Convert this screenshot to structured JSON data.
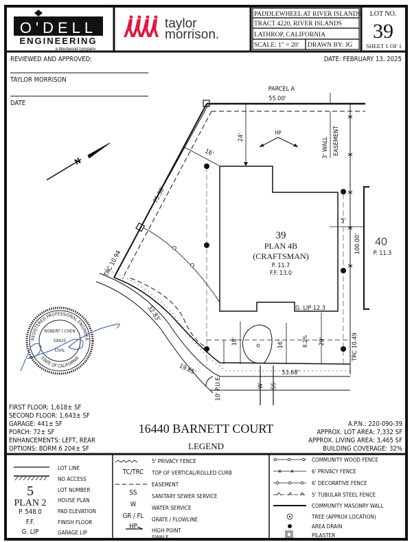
{
  "header": {
    "odell_logo": {
      "line1": "O'DELL",
      "line2": "ENGINEERING",
      "line3": "a Westwood company"
    },
    "builder_logo": {
      "line1": "taylor",
      "line2": "morrison."
    },
    "project": [
      "PADDLEWHEEL AT RIVER ISLANDS",
      "TRACT 4220, RIVER ISLANDS",
      "LATHROP, CALIFORNIA"
    ],
    "scale_label": "SCALE:  1\" = 20'",
    "drawn_by": "DRAWN BY:  JG",
    "lot_no_label": "LOT NO.",
    "lot_no": "39",
    "sheet": "SHEET 1 OF 1"
  },
  "approval": {
    "reviewed": "REVIEWED AND APPROVED:",
    "company": "TAYLOR MORRISON",
    "date_label": "DATE",
    "date": "DATE: FEBRUARY 13, 2025"
  },
  "plan": {
    "parcel": "PARCEL A",
    "top_dim": "55.00'",
    "setback_24": "24'",
    "setback_16": "16'",
    "hp": "HP",
    "wall_easement_1": "3' WALL",
    "wall_easement_2": "EASEMENT",
    "side_dim": "75.30'",
    "trc_left": "TRC 10.94",
    "lot_number": "39",
    "plan_name": "PLAN 4B",
    "style": "(CRAFTSMAN)",
    "pad": "P. 11.7",
    "ff": "F.F. 13.0",
    "side_5": "5'",
    "depth": "100.00'",
    "neighbor_lot": "40",
    "neighbor_pad": "P. 11.3",
    "glip": "G. LIP 12.3",
    "curve_dim": "32.83'",
    "arc_dim": "19.65'",
    "front_dim": "53.68'",
    "dim_18": "18'",
    "dim_16": "16'",
    "slope": "8.2%",
    "dim_20": "20'",
    "trc_right": "TRC 10.49",
    "pue": "10' P.U.E.",
    "water": "W",
    "sewer": "SS",
    "north": "N"
  },
  "seal": {
    "outer_top": "REGISTERED PROFESSIONAL ENGINEER",
    "name": "ROBERT I CHEN",
    "number": "59425",
    "discipline": "CIVIL",
    "state": "STATE OF CALIFORNIA"
  },
  "areas": {
    "first_floor": "FIRST FLOOR: 1,618± SF",
    "second_floor": "SECOND FLOOR: 1,643± SF",
    "garage": "GARAGE: 441± SF",
    "porch": "PORCH: 72± SF",
    "enhancements": "ENHANCEMENTS: LEFT, REAR",
    "options": "OPTIONS: BDRM 6 204± SF",
    "apn": "A.P.N.: 220-090-39",
    "lot_area": "APPROX. LOT AREA: 7,332 SF",
    "living_area": "APPROX. LIVING AREA: 3,465 SF",
    "coverage": "BUILDING COVERAGE: 32%"
  },
  "address": "16440 BARNETT COURT",
  "legend_title": "LEGEND",
  "legend": {
    "left": [
      {
        "symbol": "",
        "label": "LOT LINE"
      },
      {
        "symbol": "",
        "label": "NO ACCESS"
      },
      {
        "symbol": "5",
        "label": "LOT NUMBER"
      },
      {
        "symbol": "PLAN 2",
        "label": "HOUSE PLAN"
      },
      {
        "symbol": "P. 548.0",
        "label": "PAD ELEVATION"
      },
      {
        "symbol": "F.F.",
        "label": "FINISH FLOOR"
      },
      {
        "symbol": "G. LIP",
        "label": "GARAGE LIP"
      }
    ],
    "middle": [
      {
        "symbol": "",
        "label": "5' PRIVACY FENCE"
      },
      {
        "symbol": "TC/TRC",
        "label": "TOP OF VERTICAL/ROLLED CURB"
      },
      {
        "symbol": "",
        "label": "EASEMENT"
      },
      {
        "symbol": "SS",
        "label": "SANITARY SEWER SERVICE"
      },
      {
        "symbol": "W",
        "label": "WATER SERVICE"
      },
      {
        "symbol": "GR / FL",
        "label": "GRATE / FLOWLINE"
      },
      {
        "symbol": "HP",
        "label": "HIGH POINT"
      },
      {
        "symbol": "",
        "label": "SWALE"
      }
    ],
    "right": [
      {
        "label": "COMMUNITY WOOD FENCE"
      },
      {
        "label": "6' PRIVACY FENCE"
      },
      {
        "label": "6' DECORATIVE FENCE"
      },
      {
        "label": "5' TUBULAR STEEL FENCE"
      },
      {
        "label": "COMMUNITY MASONRY WALL"
      },
      {
        "label": "TREE (APPROX LOCATION)"
      },
      {
        "label": "AREA DRAIN"
      },
      {
        "label": "PILASTER"
      }
    ]
  },
  "colors": {
    "brand_red": "#e3173e",
    "signature": "#4a6fb0",
    "ink": "#111111"
  }
}
